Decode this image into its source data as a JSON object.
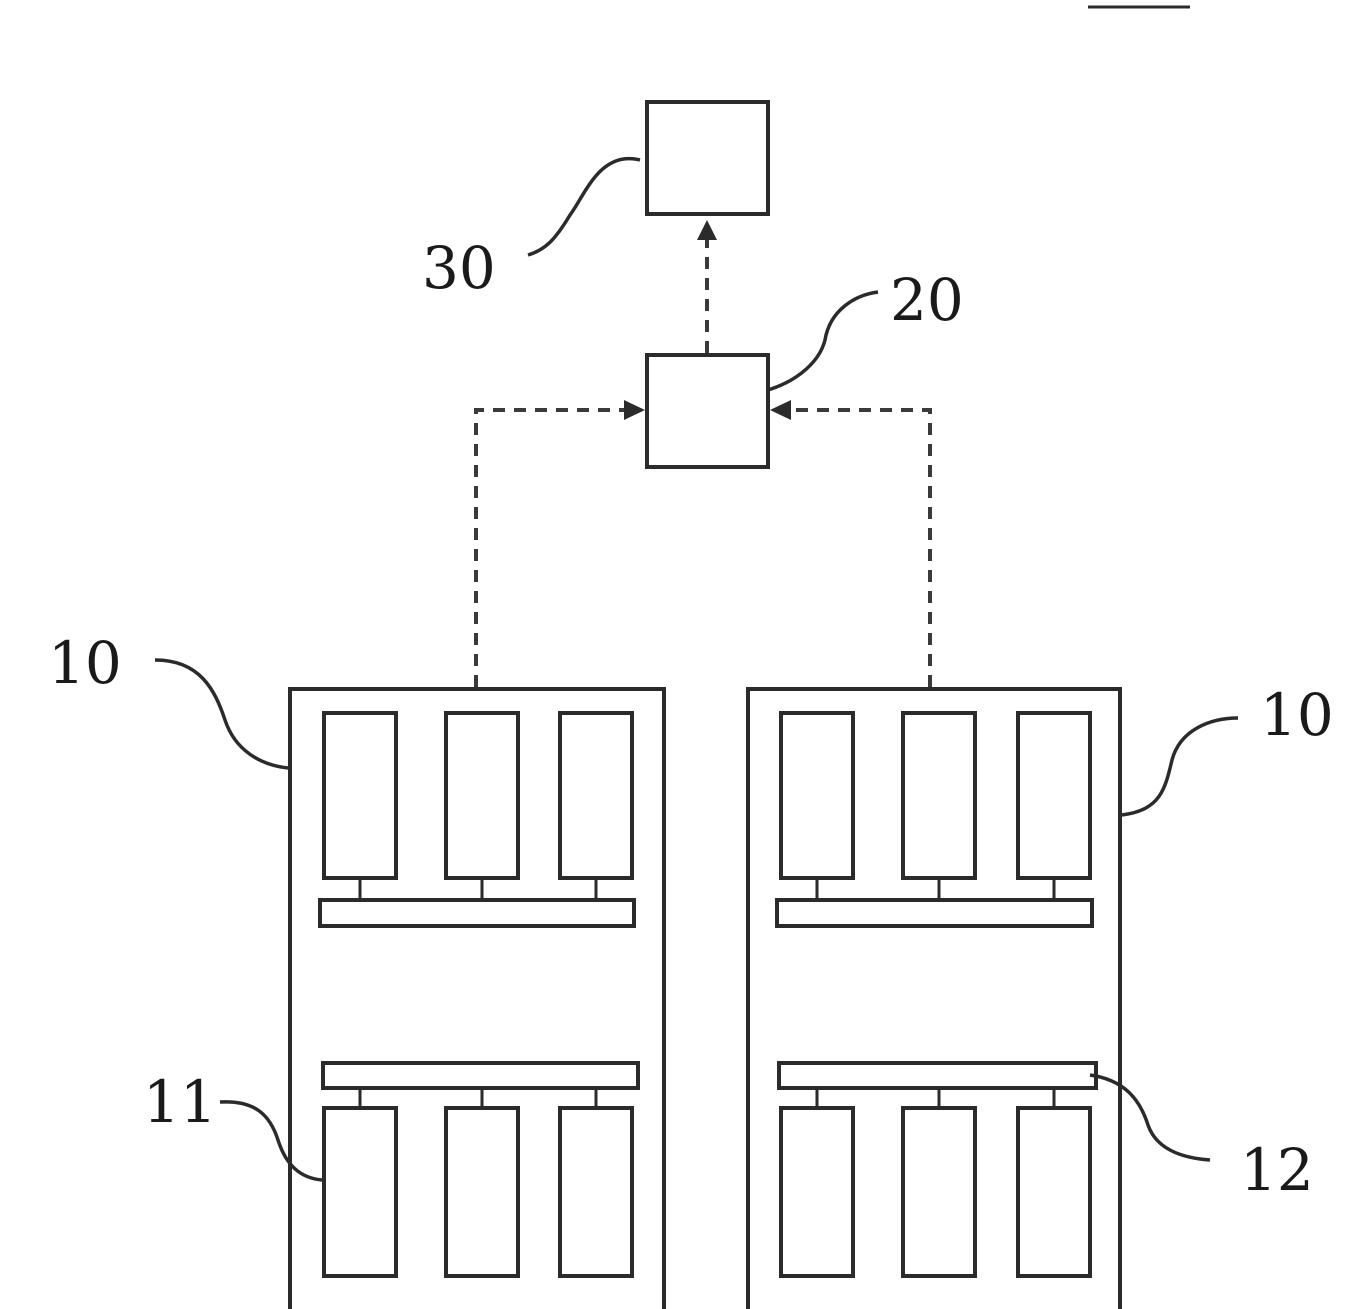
{
  "labels": {
    "system": "",
    "device_30": "30",
    "device_20": "20",
    "cabinet_left": "10",
    "cabinet_right": "10",
    "cell": "11",
    "bus": "12"
  },
  "colors": {
    "line": "#2b2b2b",
    "background": "#ffffff"
  }
}
